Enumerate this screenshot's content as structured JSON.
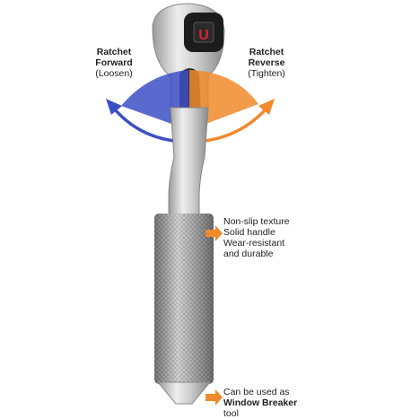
{
  "forward": {
    "title_line1": "Ratchet",
    "title_line2": "Forward",
    "sub": "(Loosen)"
  },
  "reverse": {
    "title_line1": "Ratchet",
    "title_line2": "Reverse",
    "sub": "(Tighten)"
  },
  "features": [
    "Non-slip texture",
    "Solid handle",
    "Wear-resistant",
    "and durable"
  ],
  "breaker": {
    "line1": "Can be used as",
    "line2": "Window Breaker",
    "line3": "tool"
  },
  "colors": {
    "blue": "#3d4fc4",
    "orange": "#f08a2c",
    "steel": "#c9c9c9"
  }
}
